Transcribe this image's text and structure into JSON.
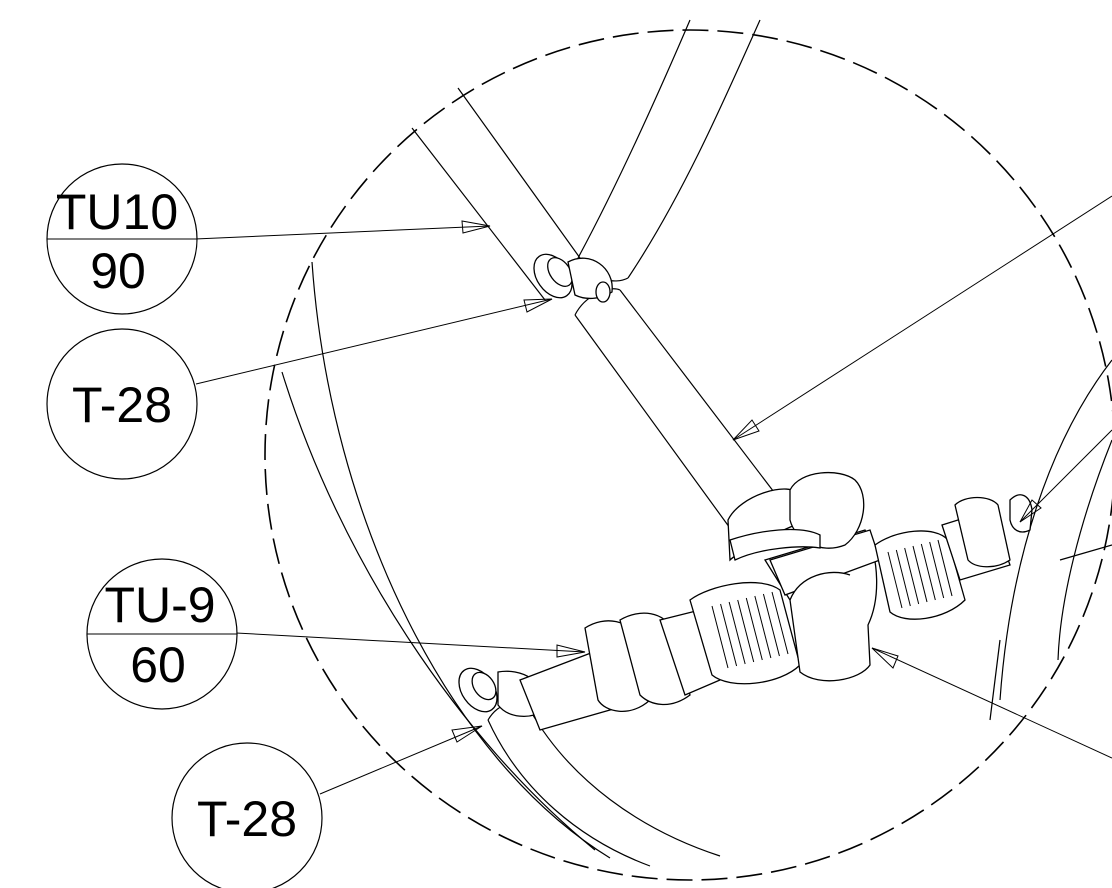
{
  "callouts": [
    {
      "id": "c1",
      "top": "TU10",
      "bottom": "90"
    },
    {
      "id": "c2",
      "top": "T-28",
      "bottom": ""
    },
    {
      "id": "c3",
      "top": "TU-9",
      "bottom": "60"
    },
    {
      "id": "c4",
      "top": "T-28",
      "bottom": ""
    }
  ],
  "colors": {
    "line": "#000000",
    "background": "#ffffff"
  }
}
